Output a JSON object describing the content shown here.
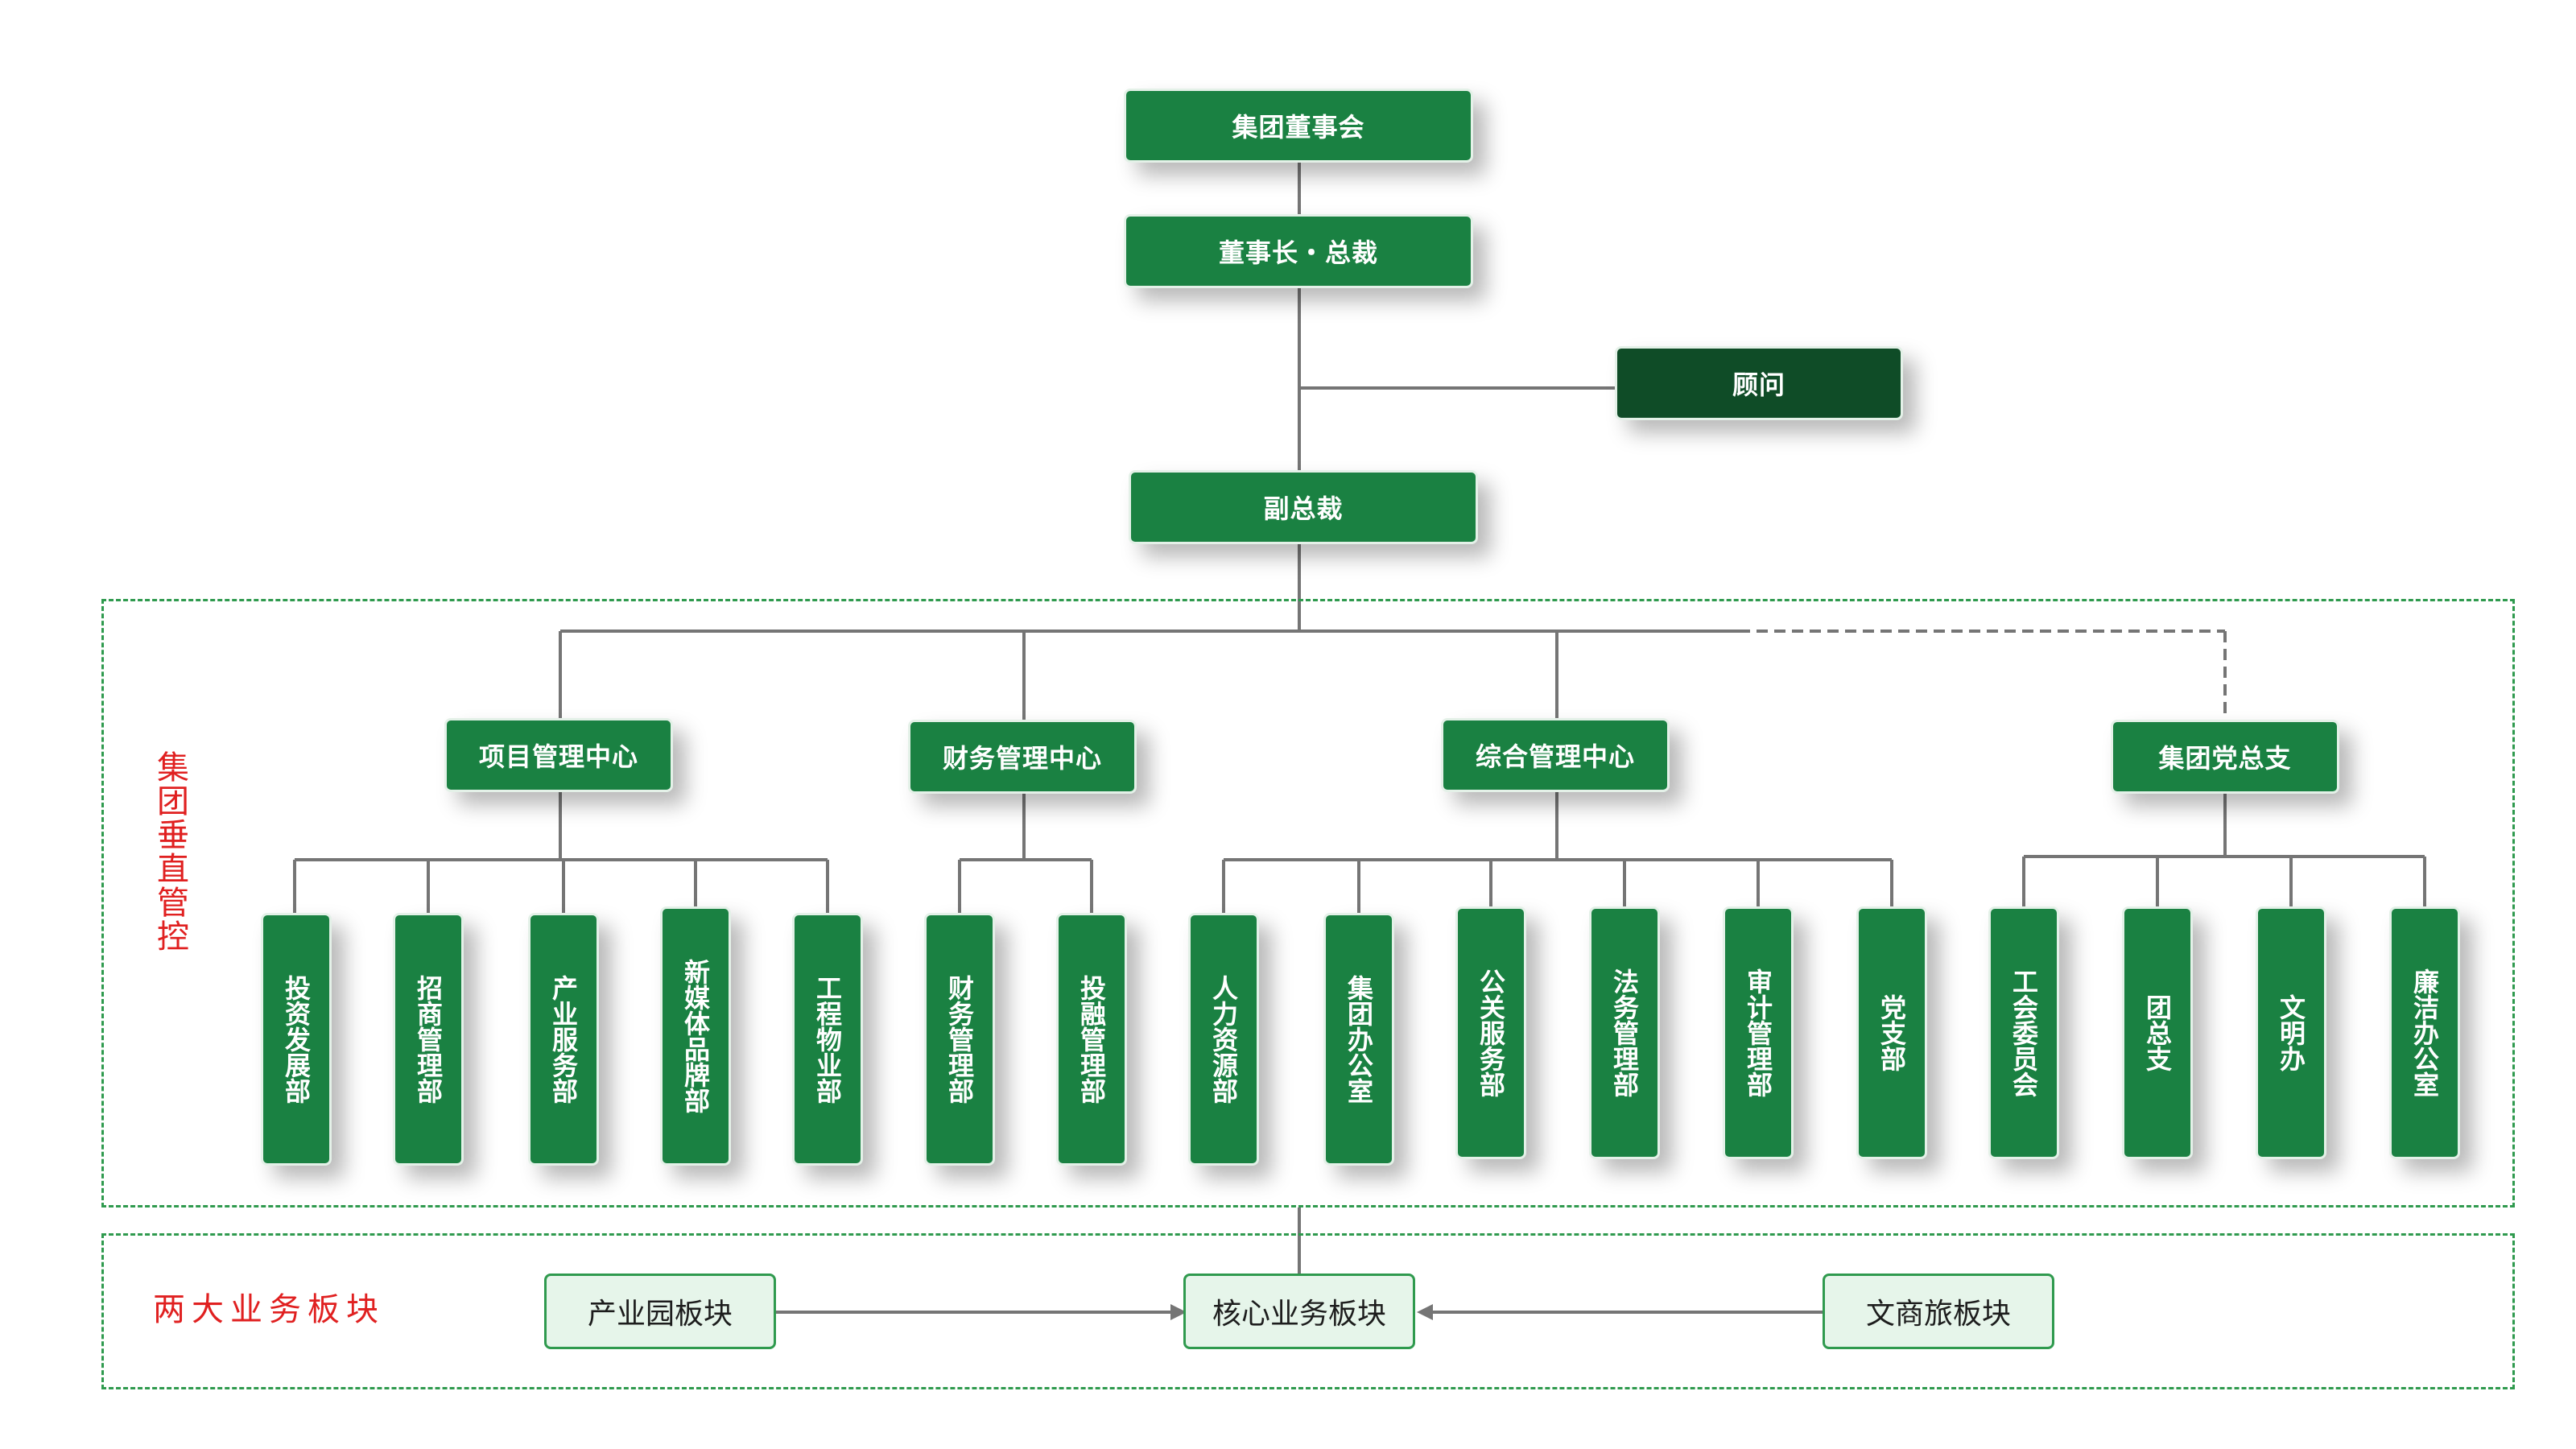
{
  "top": {
    "board": "集团董事会",
    "chairman": "董事长・总裁",
    "advisor": "顾问",
    "vp": "副总裁"
  },
  "zone1": {
    "label": "集团垂直管控",
    "centers": [
      {
        "name": "项目管理中心",
        "departments": [
          "投资发展部",
          "招商管理部",
          "产业服务部",
          "新媒体品牌部",
          "工程物业部"
        ]
      },
      {
        "name": "财务管理中心",
        "departments": [
          "财务管理部",
          "投融管理部"
        ]
      },
      {
        "name": "综合管理中心",
        "departments": [
          "人力资源部",
          "集团办公室",
          "公关服务部",
          "法务管理部",
          "审计管理部",
          "党支部"
        ]
      },
      {
        "name": "集团党总支",
        "departments": [
          "工会委员会",
          "团总支",
          "文明办",
          "廉洁办公室"
        ]
      }
    ]
  },
  "zone2": {
    "label": "两大业务板块",
    "segments": {
      "left": "产业园板块",
      "center": "核心业务板块",
      "right": "文商旅板块"
    }
  },
  "colors": {
    "box_green": "#1a8142",
    "advisor_green": "#0f4c27",
    "segment_fill": "#e6f5ea",
    "dashed_border": "#2f9a4e",
    "connector": "#757575",
    "zone_label_red": "#e02020"
  }
}
